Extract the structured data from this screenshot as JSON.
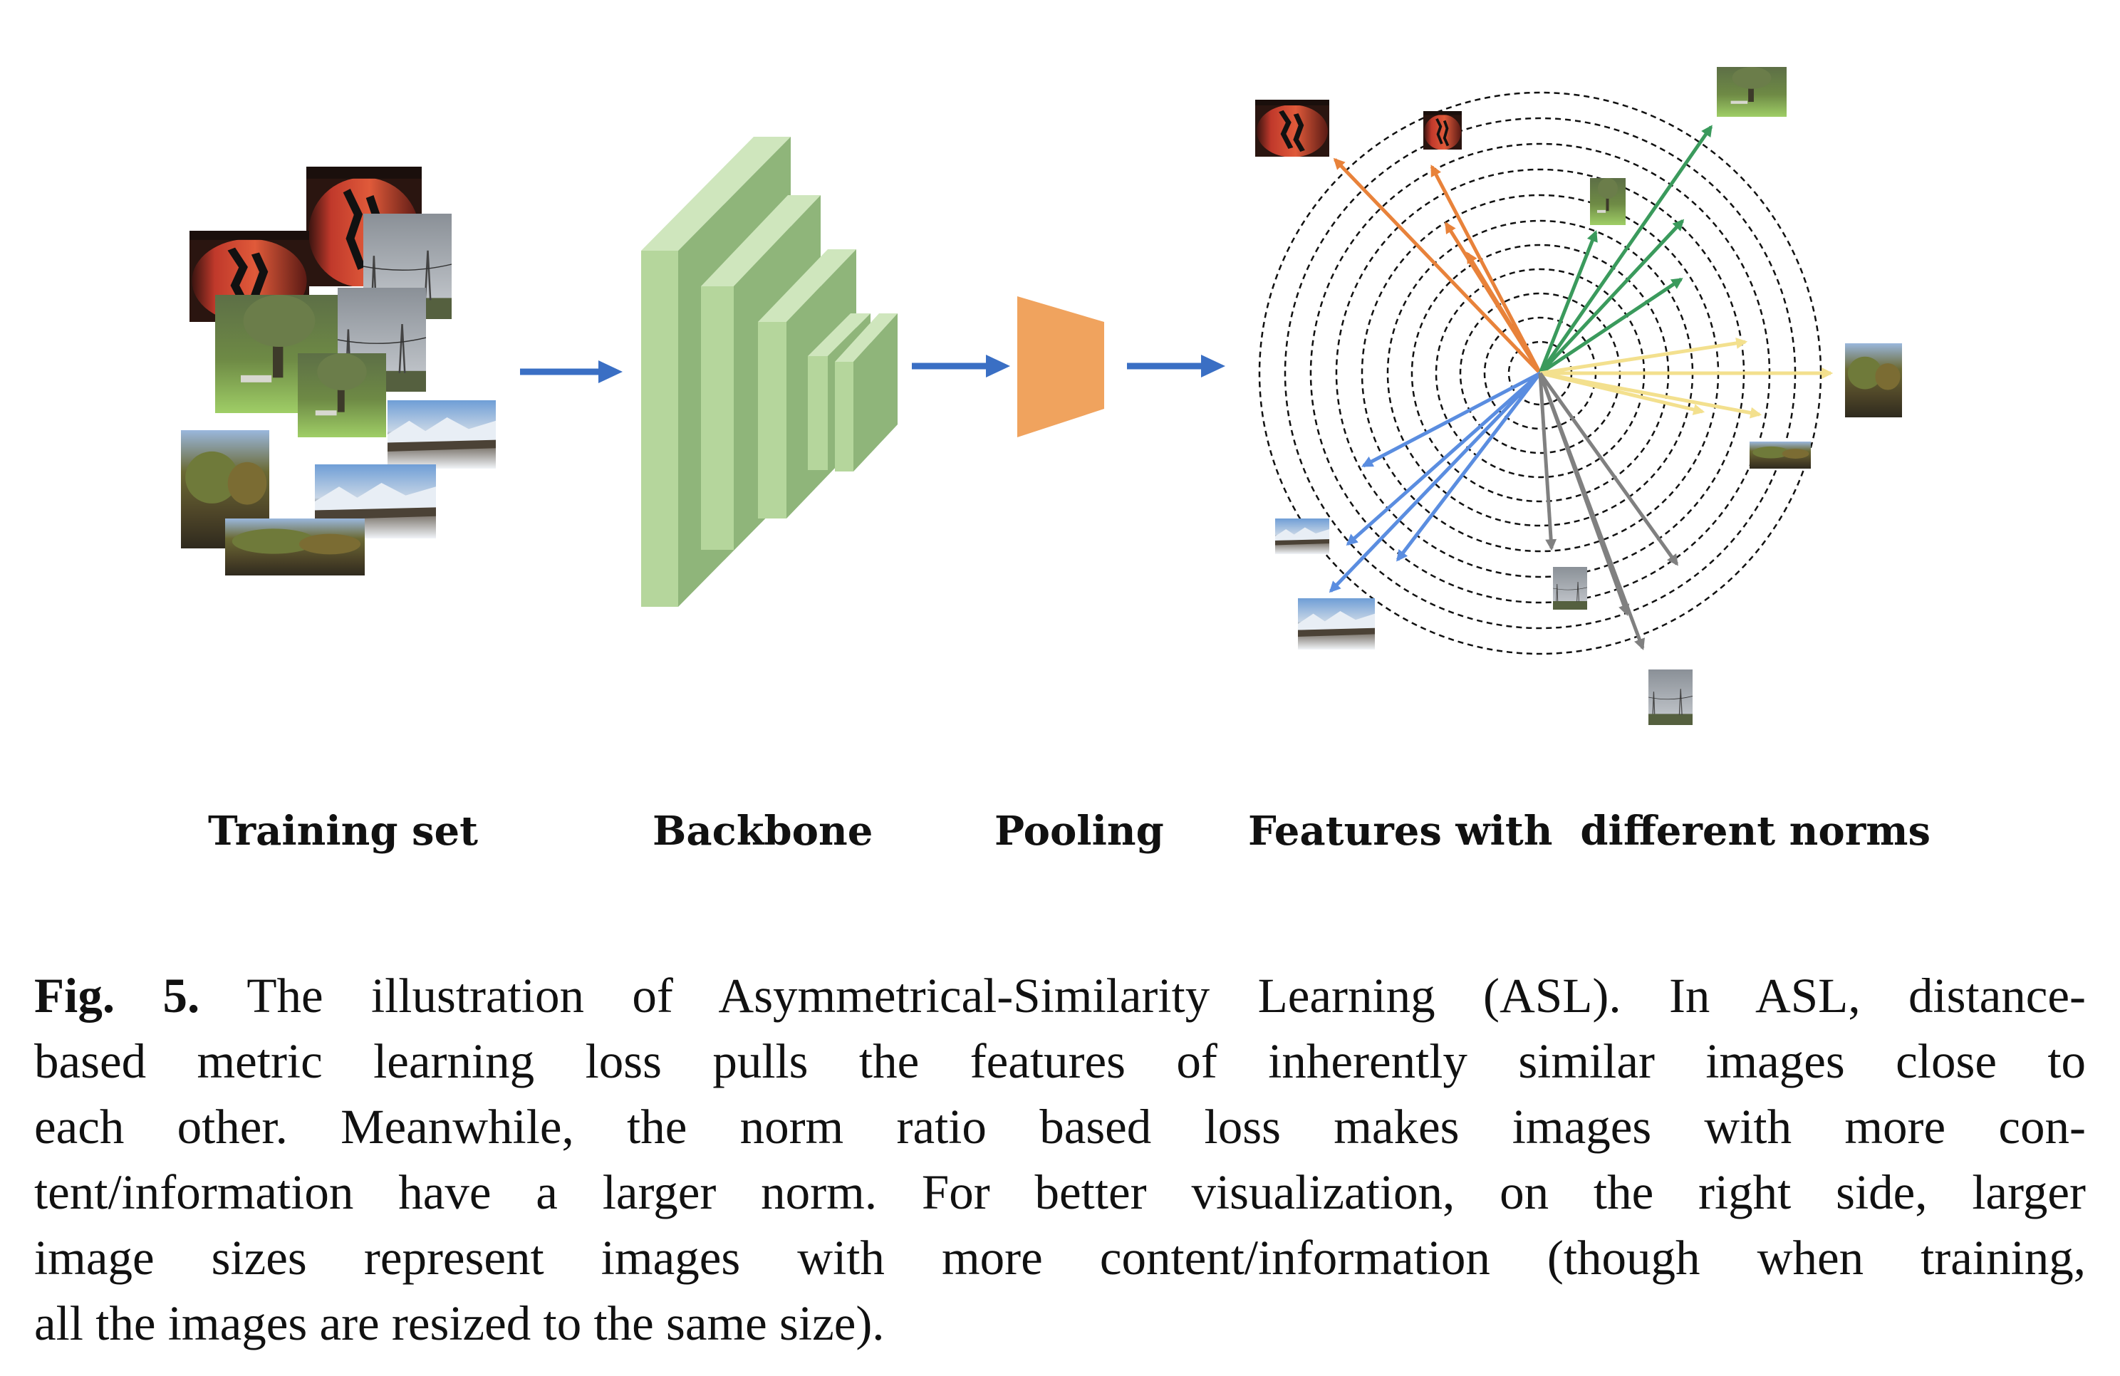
{
  "figure": {
    "labels": {
      "training_set": "Training set",
      "backbone": "Backbone",
      "pooling": "Pooling",
      "features": "Features with  different norms"
    },
    "colors": {
      "arrow_blue": "#3a6fc4",
      "backbone_front": "#b5d69c",
      "backbone_side": "#8fb57a",
      "pooling": "#f0a35e",
      "cluster_orange": "#e8823a",
      "cluster_green": "#3a9a5c",
      "cluster_yellow": "#f3e08e",
      "cluster_blue": "#5a8de0",
      "cluster_gray": "#808080"
    },
    "thumbnails": {
      "lantern": "red paper lantern photo",
      "park": "park with tree photo",
      "sky": "cloudy sky with power lines photo",
      "snow": "snowy mountain village photo",
      "lake": "lake with trees photo"
    }
  },
  "caption": {
    "fig_number": "Fig. 5.",
    "lines": [
      " The illustration of Asymmetrical-Similarity Learning (ASL). In ASL, distance-",
      "based metric learning loss pulls the features of inherently similar images close to",
      "each other. Meanwhile, the norm ratio based loss makes images with more con-",
      "tent/information have a larger norm. For better visualization, on the right side, larger",
      "image sizes represent images with more content/information (though when training,",
      "all the images are resized to the same size)."
    ]
  }
}
